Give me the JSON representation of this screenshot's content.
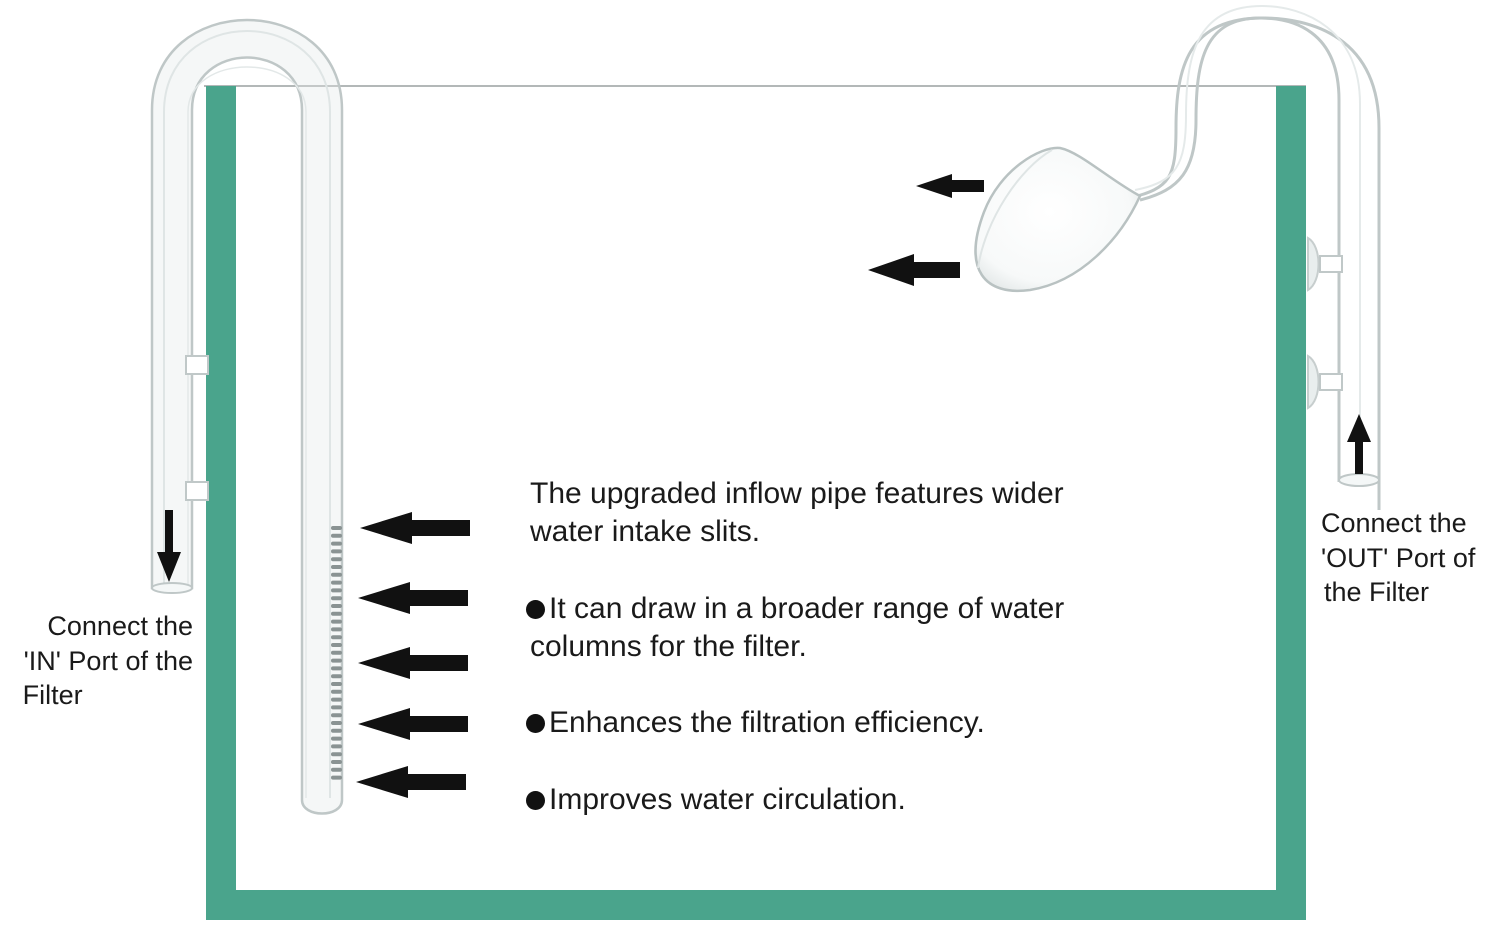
{
  "colors": {
    "tank_wall": "#4aa48c",
    "arrow": "#111111",
    "glass": "#bfc7c7",
    "text": "#1a1a1a"
  },
  "icons": {
    "flow_arrow": "arrow-left-icon",
    "down_arrow": "arrow-down-icon",
    "up_arrow": "arrow-up-icon"
  },
  "intro": {
    "line_1": "The upgraded inflow pipe features wider",
    "line_2": "water intake slits."
  },
  "bullets": [
    {
      "line_1": "It can draw in a broader range of water",
      "line_2": "columns for the filter."
    },
    {
      "line_1": "Enhances the filtration efficiency.",
      "line_2": ""
    },
    {
      "line_1": "Improves water circulation.",
      "line_2": ""
    }
  ],
  "in_label": {
    "line_1": "Connect the",
    "line_2": "'IN' Port of the",
    "line_3": "Filter"
  },
  "out_label": {
    "line_1": "Connect the",
    "line_2": "'OUT' Port of",
    "line_3": "the Filter"
  }
}
